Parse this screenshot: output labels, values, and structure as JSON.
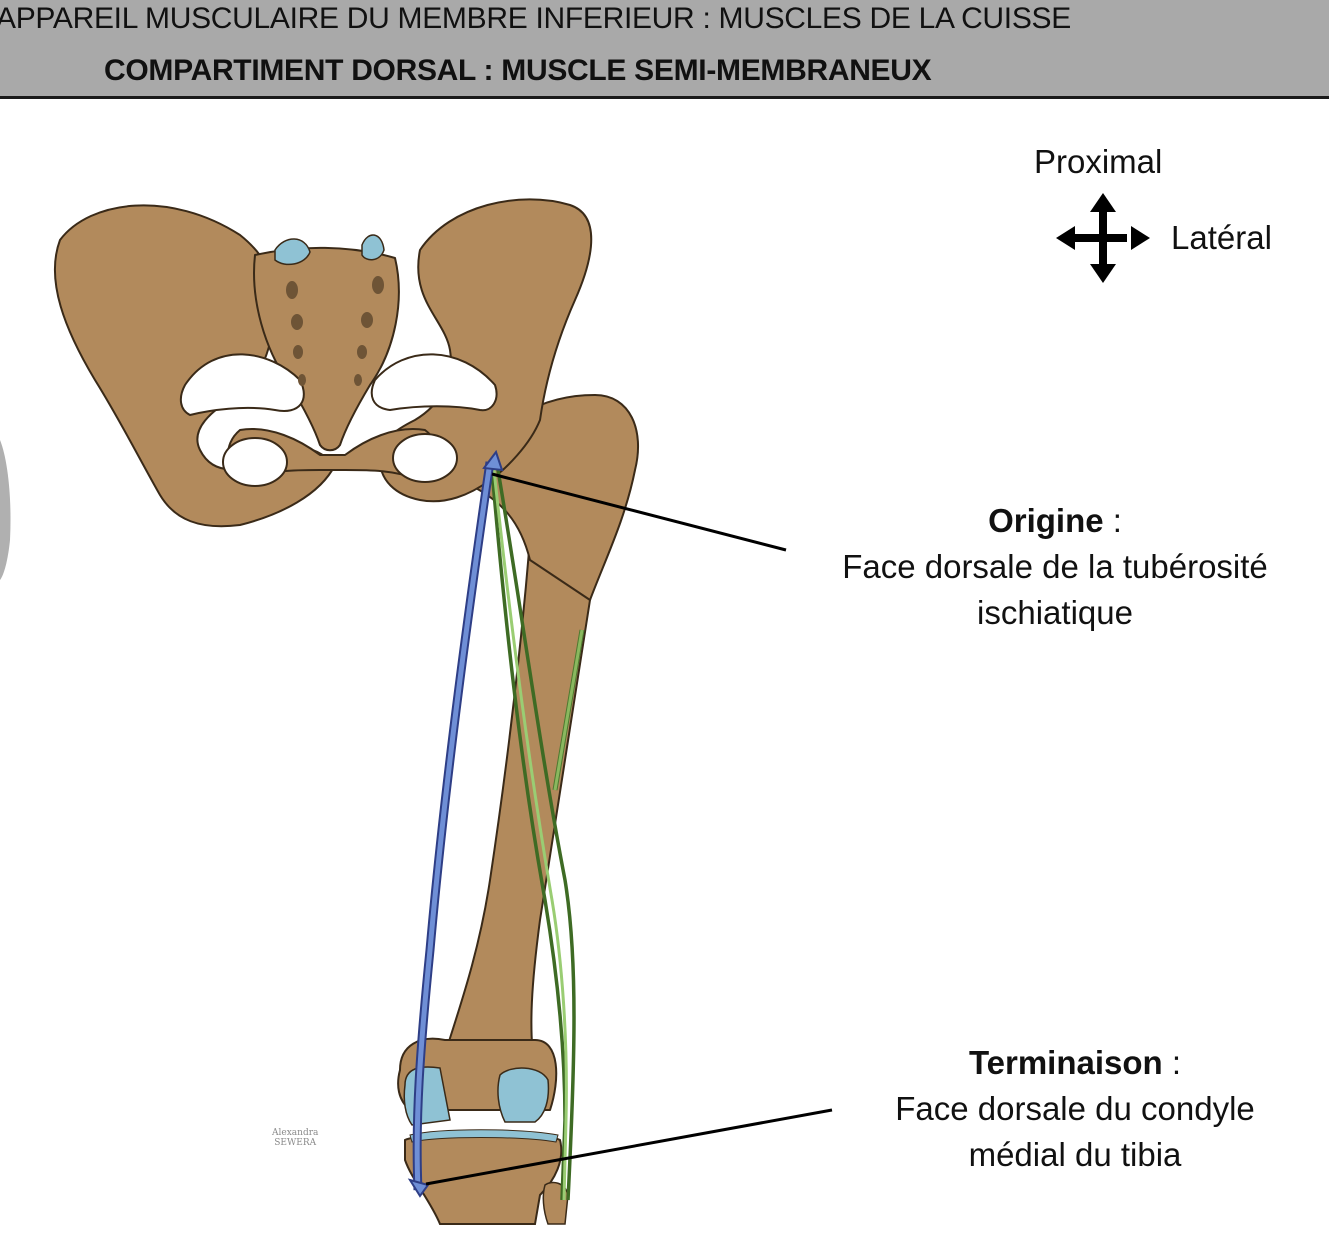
{
  "header": {
    "line1": "APPAREIL MUSCULAIRE DU MEMBRE INFERIEUR : MUSCLES DE LA CUISSE",
    "line2": "COMPARTIMENT DORSAL : MUSCLE SEMI-MEMBRANEUX"
  },
  "orientation": {
    "proximal": "Proximal",
    "lateral": "Latéral"
  },
  "origin": {
    "title": "Origine",
    "sep": " :",
    "line1": "Face dorsale de la tubérosité",
    "line2": "ischiatique"
  },
  "insertion": {
    "title": "Terminaison",
    "sep": " :",
    "line1": "Face dorsale du condyle",
    "line2": "médial du tibia"
  },
  "signature": {
    "line1": "Alexandra",
    "line2": "SEWERA"
  },
  "colors": {
    "bone": "#b28a5c",
    "bone_dark": "#8e6a42",
    "cartilage": "#8fc2d4",
    "muscle_blue": "#6f8fd6",
    "muscle_green": "#9acd73",
    "header_bg": "#a9a9a9"
  }
}
